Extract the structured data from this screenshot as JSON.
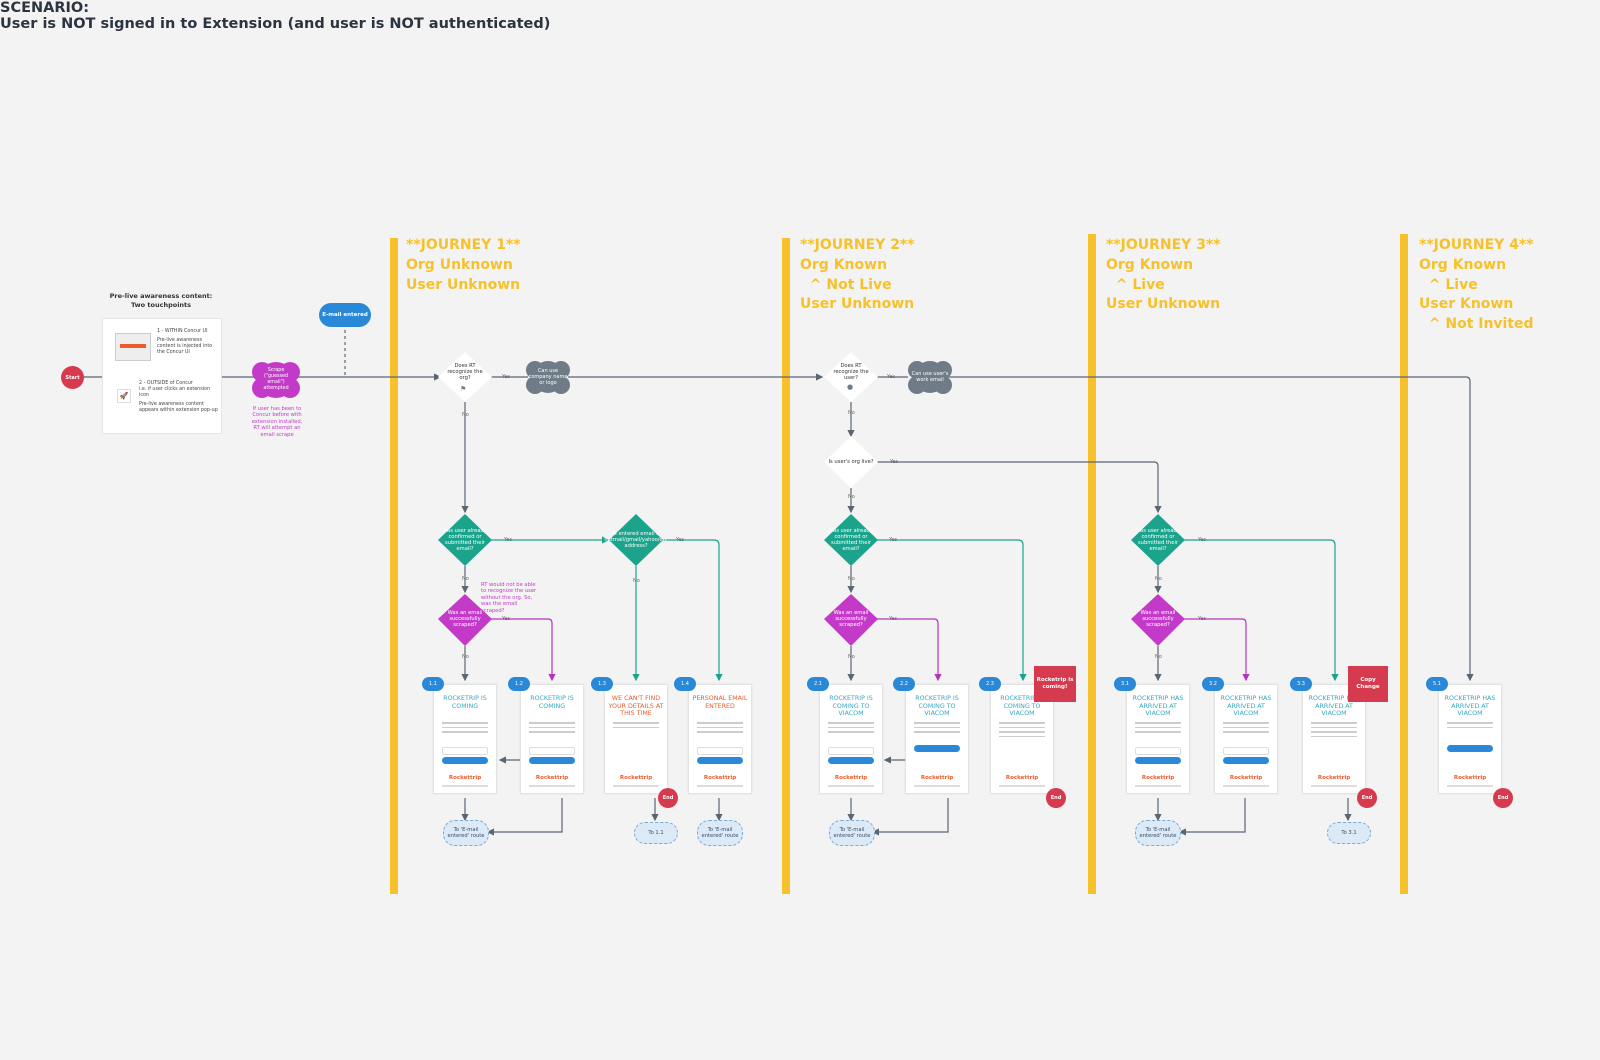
{
  "scenario": {
    "line1": "SCENARIO:",
    "line2": "User is NOT signed in to Extension (and user is NOT authenticated)"
  },
  "journeys": [
    {
      "lines": [
        "**JOURNEY 1**",
        "Org Unknown",
        "User Unknown"
      ]
    },
    {
      "lines": [
        "**JOURNEY 2**",
        "Org Known",
        "  ^ Not Live",
        "User Unknown"
      ]
    },
    {
      "lines": [
        "**JOURNEY 3**",
        "Org Known",
        "  ^ Live",
        "User Unknown"
      ]
    },
    {
      "lines": [
        "**JOURNEY 4**",
        "Org Known",
        "  ^ Live",
        "User Known",
        "  ^ Not Invited"
      ]
    }
  ],
  "prelive": {
    "title": "Pre-live awareness content:",
    "subtitle": "Two touchpoints",
    "tp1_title": "1 - WITHIN Concur UI",
    "tp1_desc": "Pre-live awareness content is injected into the Concur UI",
    "tp2_title": "2 - OUTSIDE of Concur",
    "tp2_sub": "i.e. if user clicks an extension icon",
    "tp2_desc": "Pre-live awareness content appears within extension pop-up"
  },
  "start": "Start",
  "email_entered": "E-mail entered",
  "scrape": "Scrape (\"guessed email\") attempted",
  "scrape_note": "If user has been to Concur before with extension installed, RT will attempt an email scrape",
  "diamonds": {
    "d_rt_org": "Does RT recognize the org?",
    "d_rt_user": "Does RT recognize the user?",
    "d_org_live": "Is user's org live?",
    "d_confirmed": "Has user already confirmed or submitted their email?",
    "d_scraped": "Was an email successfully scraped?",
    "d_personal": "Is entered email a hotmail/gmail/yahoo/etc address?"
  },
  "clouds": {
    "c_company": "Can use company name or logo",
    "c_workemail": "Can use user's work email"
  },
  "yes": "Yes",
  "no": "No",
  "rt_note": "RT would not be able to recognize the user without the org. So, was the email scraped?",
  "cards": [
    {
      "id": "1.1",
      "title": "ROCKETRIP IS COMING"
    },
    {
      "id": "1.2",
      "title": "ROCKETRIP IS COMING"
    },
    {
      "id": "1.3",
      "title": "WE CAN'T FIND YOUR DETAILS AT THIS TIME"
    },
    {
      "id": "1.4",
      "title": "PERSONAL EMAIL ENTERED"
    },
    {
      "id": "2.1",
      "title": "ROCKETRIP IS COMING TO VIACOM"
    },
    {
      "id": "2.2",
      "title": "ROCKETRIP IS COMING TO VIACOM"
    },
    {
      "id": "2.3",
      "title": "ROCKETRIP IS COMING TO VIACOM"
    },
    {
      "id": "3.1",
      "title": "ROCKETRIP HAS ARRIVED AT VIACOM"
    },
    {
      "id": "3.2",
      "title": "ROCKETRIP HAS ARRIVED AT VIACOM"
    },
    {
      "id": "3.3",
      "title": "ROCKETRIP HAS ARRIVED AT VIACOM"
    },
    {
      "id": "5.1",
      "title": "ROCKETRIP HAS ARRIVED AT VIACOM"
    }
  ],
  "logo": {
    "a": "Rocket",
    "b": "trip"
  },
  "end": "End",
  "routes": {
    "email_route": "To 'E-mail entered' route",
    "to_11": "To 1.1",
    "to_31": "To 3.1"
  },
  "red_notes": {
    "coming": "Rocketrip is coming!",
    "copy": "Copy Change"
  }
}
